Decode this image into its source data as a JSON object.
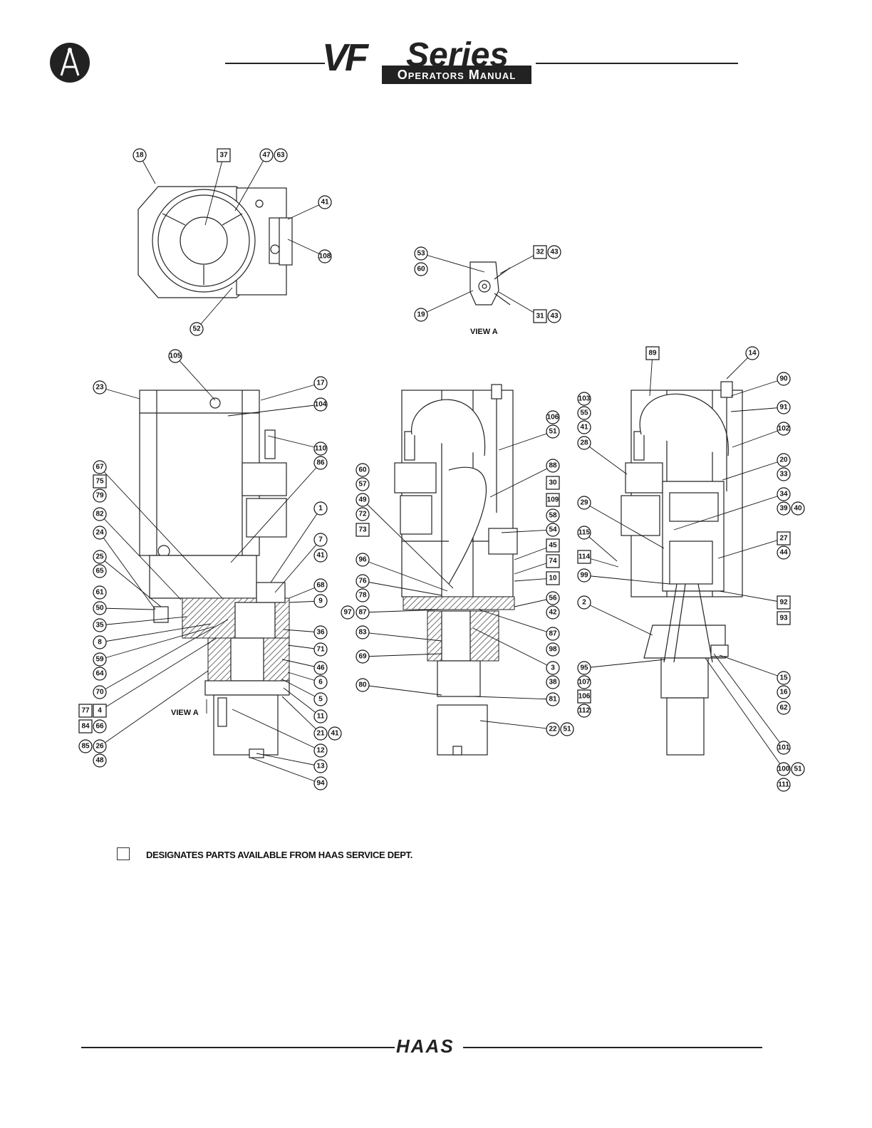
{
  "header": {
    "logo_big": "VF",
    "logo_series": "Series",
    "logo_subtitle": "Operators Manual"
  },
  "view_labels": [
    "VIEW A",
    "VIEW A"
  ],
  "callouts": [
    {
      "t": "18",
      "s": "c"
    },
    {
      "t": "37",
      "s": "b"
    },
    {
      "t": "47",
      "s": "c"
    },
    {
      "t": "63",
      "s": "c"
    },
    {
      "t": "41",
      "s": "c"
    },
    {
      "t": "108",
      "s": "c"
    },
    {
      "t": "52",
      "s": "c"
    },
    {
      "t": "53",
      "s": "c"
    },
    {
      "t": "60",
      "s": "c"
    },
    {
      "t": "32",
      "s": "b"
    },
    {
      "t": "43",
      "s": "c"
    },
    {
      "t": "19",
      "s": "c"
    },
    {
      "t": "31",
      "s": "b"
    },
    {
      "t": "43",
      "s": "c"
    },
    {
      "t": "105",
      "s": "c"
    },
    {
      "t": "23",
      "s": "c"
    },
    {
      "t": "17",
      "s": "c"
    },
    {
      "t": "104",
      "s": "c"
    },
    {
      "t": "110",
      "s": "c"
    },
    {
      "t": "86",
      "s": "c"
    },
    {
      "t": "67",
      "s": "c"
    },
    {
      "t": "75",
      "s": "b"
    },
    {
      "t": "79",
      "s": "c"
    },
    {
      "t": "82",
      "s": "c"
    },
    {
      "t": "1",
      "s": "c"
    },
    {
      "t": "24",
      "s": "c"
    },
    {
      "t": "7",
      "s": "c"
    },
    {
      "t": "41",
      "s": "c"
    },
    {
      "t": "25",
      "s": "c"
    },
    {
      "t": "65",
      "s": "c"
    },
    {
      "t": "68",
      "s": "c"
    },
    {
      "t": "61",
      "s": "c"
    },
    {
      "t": "9",
      "s": "c"
    },
    {
      "t": "50",
      "s": "c"
    },
    {
      "t": "35",
      "s": "c"
    },
    {
      "t": "36",
      "s": "c"
    },
    {
      "t": "8",
      "s": "c"
    },
    {
      "t": "71",
      "s": "c"
    },
    {
      "t": "59",
      "s": "c"
    },
    {
      "t": "46",
      "s": "c"
    },
    {
      "t": "64",
      "s": "c"
    },
    {
      "t": "6",
      "s": "c"
    },
    {
      "t": "70",
      "s": "c"
    },
    {
      "t": "5",
      "s": "c"
    },
    {
      "t": "77",
      "s": "b"
    },
    {
      "t": "4",
      "s": "b"
    },
    {
      "t": "11",
      "s": "c"
    },
    {
      "t": "84",
      "s": "b"
    },
    {
      "t": "66",
      "s": "c"
    },
    {
      "t": "21",
      "s": "c"
    },
    {
      "t": "41",
      "s": "c"
    },
    {
      "t": "85",
      "s": "c"
    },
    {
      "t": "26",
      "s": "c"
    },
    {
      "t": "12",
      "s": "c"
    },
    {
      "t": "48",
      "s": "c"
    },
    {
      "t": "13",
      "s": "c"
    },
    {
      "t": "94",
      "s": "c"
    },
    {
      "t": "106",
      "s": "c"
    },
    {
      "t": "51",
      "s": "c"
    },
    {
      "t": "60",
      "s": "c"
    },
    {
      "t": "57",
      "s": "c"
    },
    {
      "t": "88",
      "s": "c"
    },
    {
      "t": "49",
      "s": "c"
    },
    {
      "t": "30",
      "s": "b"
    },
    {
      "t": "72",
      "s": "c"
    },
    {
      "t": "109",
      "s": "b"
    },
    {
      "t": "73",
      "s": "b"
    },
    {
      "t": "58",
      "s": "c"
    },
    {
      "t": "54",
      "s": "c"
    },
    {
      "t": "45",
      "s": "b"
    },
    {
      "t": "96",
      "s": "c"
    },
    {
      "t": "74",
      "s": "b"
    },
    {
      "t": "76",
      "s": "c"
    },
    {
      "t": "10",
      "s": "b"
    },
    {
      "t": "78",
      "s": "c"
    },
    {
      "t": "56",
      "s": "c"
    },
    {
      "t": "97",
      "s": "c"
    },
    {
      "t": "87",
      "s": "c"
    },
    {
      "t": "42",
      "s": "c"
    },
    {
      "t": "83",
      "s": "c"
    },
    {
      "t": "87",
      "s": "c"
    },
    {
      "t": "98",
      "s": "c"
    },
    {
      "t": "69",
      "s": "c"
    },
    {
      "t": "3",
      "s": "c"
    },
    {
      "t": "38",
      "s": "c"
    },
    {
      "t": "80",
      "s": "c"
    },
    {
      "t": "81",
      "s": "c"
    },
    {
      "t": "22",
      "s": "c"
    },
    {
      "t": "51",
      "s": "c"
    },
    {
      "t": "89",
      "s": "b"
    },
    {
      "t": "14",
      "s": "c"
    },
    {
      "t": "90",
      "s": "c"
    },
    {
      "t": "103",
      "s": "c"
    },
    {
      "t": "55",
      "s": "c"
    },
    {
      "t": "91",
      "s": "c"
    },
    {
      "t": "41",
      "s": "c"
    },
    {
      "t": "102",
      "s": "c"
    },
    {
      "t": "28",
      "s": "c"
    },
    {
      "t": "20",
      "s": "c"
    },
    {
      "t": "33",
      "s": "c"
    },
    {
      "t": "34",
      "s": "c"
    },
    {
      "t": "29",
      "s": "c"
    },
    {
      "t": "39",
      "s": "c"
    },
    {
      "t": "40",
      "s": "c"
    },
    {
      "t": "115",
      "s": "c"
    },
    {
      "t": "27",
      "s": "b"
    },
    {
      "t": "44",
      "s": "c"
    },
    {
      "t": "114",
      "s": "b"
    },
    {
      "t": "99",
      "s": "c"
    },
    {
      "t": "2",
      "s": "c"
    },
    {
      "t": "92",
      "s": "b"
    },
    {
      "t": "93",
      "s": "b"
    },
    {
      "t": "95",
      "s": "c"
    },
    {
      "t": "15",
      "s": "c"
    },
    {
      "t": "107",
      "s": "c"
    },
    {
      "t": "16",
      "s": "c"
    },
    {
      "t": "106",
      "s": "b"
    },
    {
      "t": "62",
      "s": "c"
    },
    {
      "t": "112",
      "s": "c"
    },
    {
      "t": "101",
      "s": "c"
    },
    {
      "t": "100",
      "s": "c"
    },
    {
      "t": "51",
      "s": "c"
    },
    {
      "t": "111",
      "s": "c"
    }
  ],
  "legend": {
    "text": "DESIGNATES PARTS AVAILABLE FROM HAAS SERVICE DEPT."
  },
  "footer": {
    "brand": "HAAS"
  }
}
